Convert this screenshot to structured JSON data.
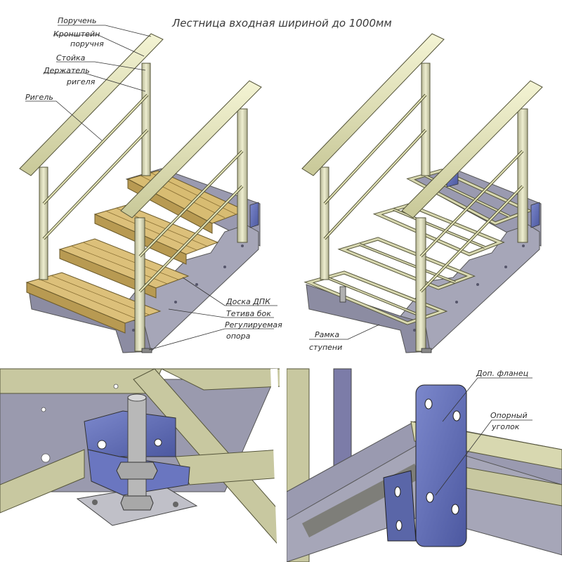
{
  "title": "Лестница входная шириной до 1000мм",
  "labels": {
    "handrail": "Поручень",
    "bracket_1": "Кронштейн",
    "bracket_2": "поручня",
    "post": "Стойка",
    "holder_1": "Держатель",
    "holder_2": "ригеля",
    "rail": "Ригель",
    "board": "Доска ДПК",
    "stringer": "Тетива бок",
    "support_1": "Регулируемая",
    "support_2": "опора",
    "frame_1": "Рамка",
    "frame_2": "ступени",
    "flange": "Доп. фланец",
    "angle_1": "Опорный",
    "angle_2": "уголок"
  },
  "colors": {
    "rail": "#e6e6b8",
    "rail_edge": "#55553a",
    "wood": "#d8bc72",
    "wood_dark": "#a98a45",
    "steel": "#a6a6b8",
    "steel_dark": "#7c7c90",
    "blue": "#6470b8",
    "frame": "#c8c8a0",
    "leader": "#333333"
  }
}
